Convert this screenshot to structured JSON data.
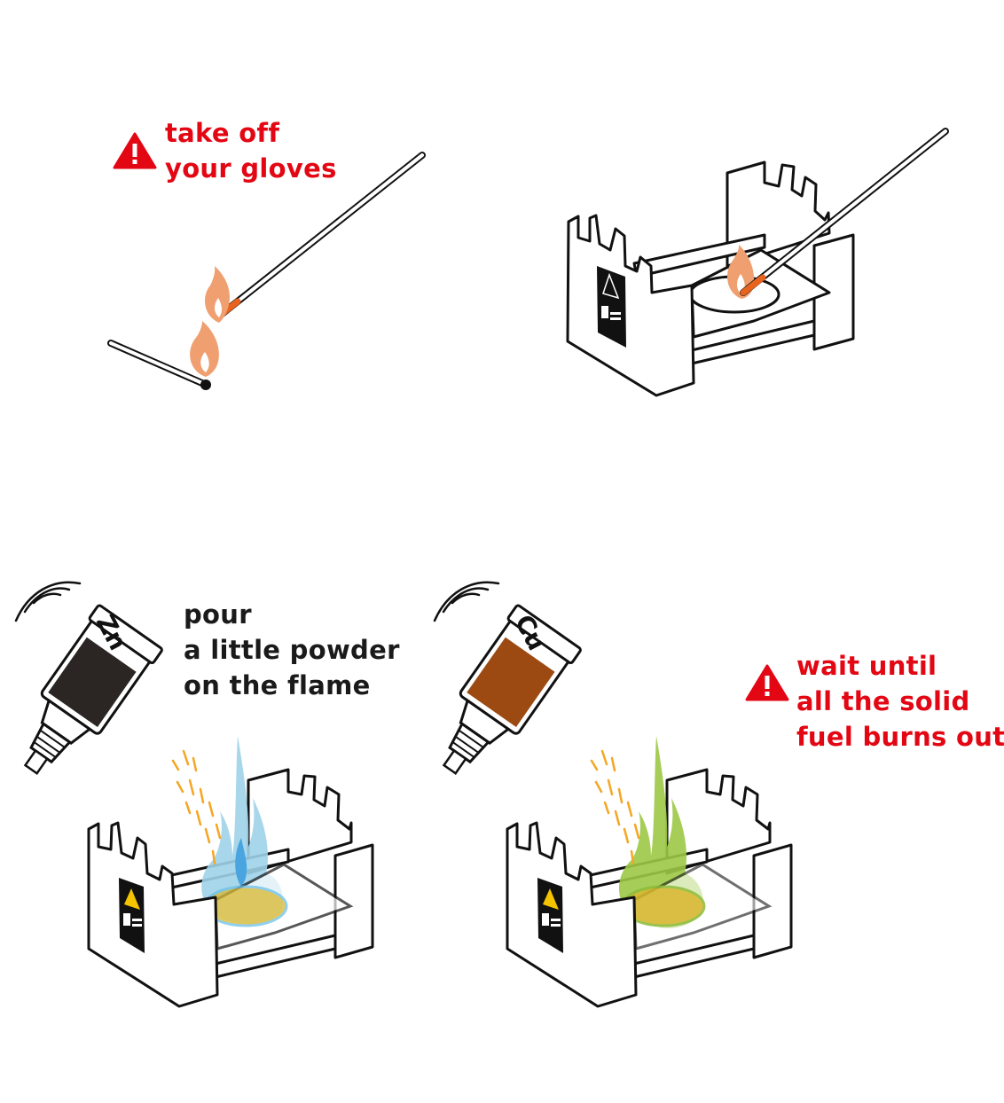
{
  "steps": [
    {
      "id": "light-match",
      "warning": {
        "line1": "take off",
        "line2": "your gloves"
      }
    },
    {
      "id": "light-fuel"
    },
    {
      "id": "pour-zn",
      "vial_label": "Zn",
      "instruction": {
        "line1": "pour",
        "line2": "a little powder",
        "line3": "on the flame"
      }
    },
    {
      "id": "pour-cu",
      "vial_label": "Cu",
      "warning": {
        "line1": "wait until",
        "line2": "all the solid",
        "line3": "fuel burns out"
      }
    }
  ],
  "colors": {
    "warning_red": "#e30613",
    "flame_orange": "#f0a070",
    "match_head": "#e8641e",
    "zn_powder": "#2b2623",
    "cu_powder": "#9c4a12",
    "zn_flame": "#9fd3ea",
    "cu_flame": "#9cc845",
    "fuel_yellow": "#d9b72e"
  },
  "icons": [
    "warning-triangle-icon",
    "sound-waves-icon",
    "hot-surface-warning-icon"
  ]
}
